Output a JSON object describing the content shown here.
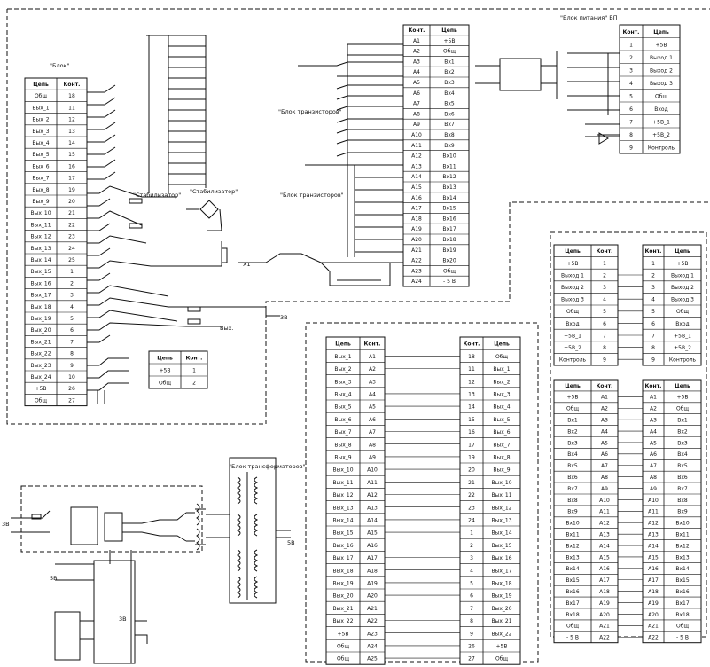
{
  "labels": {
    "block_top_left": "\"Блок\"",
    "power_block_top": "\"Блок питания\" БП",
    "stabilizer_left": "\"Стабилизатор\"",
    "stabilizer_right": "\"Стабилизатор\"",
    "transformer_block": "\"Блок трансформаторов\"",
    "signal_top": "\"Блок транзисторов\"",
    "signal_bottom": "\"Блок транзисторов\"",
    "x_label_1": "3B",
    "x_label_2": "5B",
    "x_label_3": "3B",
    "x_label_4": "5B",
    "x_label_5": "3B",
    "output_label": "Вых.",
    "conn_label": "X1"
  },
  "tables": {
    "left_main": {
      "headers": [
        "Цепь",
        "Конт."
      ],
      "rows": [
        [
          "Общ",
          "18"
        ],
        [
          "Вых_1",
          "11"
        ],
        [
          "Вых_2",
          "12"
        ],
        [
          "Вых_3",
          "13"
        ],
        [
          "Вых_4",
          "14"
        ],
        [
          "Вых_5",
          "15"
        ],
        [
          "Вых_6",
          "16"
        ],
        [
          "Вых_7",
          "17"
        ],
        [
          "Вых_8",
          "19"
        ],
        [
          "Вых_9",
          "20"
        ],
        [
          "Вых_10",
          "21"
        ],
        [
          "Вых_11",
          "22"
        ],
        [
          "Вых_12",
          "23"
        ],
        [
          "Вых_13",
          "24"
        ],
        [
          "Вых_14",
          "25"
        ],
        [
          "Вых_15",
          "1"
        ],
        [
          "Вых_16",
          "2"
        ],
        [
          "Вых_17",
          "3"
        ],
        [
          "Вых_18",
          "4"
        ],
        [
          "Вых_19",
          "5"
        ],
        [
          "Вых_20",
          "6"
        ],
        [
          "Вых_21",
          "7"
        ],
        [
          "Вых_22",
          "8"
        ],
        [
          "Вых_23",
          "9"
        ],
        [
          "Вых_24",
          "10"
        ],
        [
          "+5В",
          "26"
        ],
        [
          "Общ",
          "27"
        ]
      ]
    },
    "small_mid_left": {
      "headers": [
        "Цепь",
        "Конт."
      ],
      "rows": [
        [
          "+5В",
          "1"
        ],
        [
          "Общ",
          "2"
        ]
      ]
    },
    "center_top": {
      "headers": [
        "Конт.",
        "Цепь"
      ],
      "rows": [
        [
          "А1",
          "+5В"
        ],
        [
          "А2",
          "Общ"
        ],
        [
          "А3",
          "Вх1"
        ],
        [
          "А4",
          "Вх2"
        ],
        [
          "А5",
          "Вх3"
        ],
        [
          "А6",
          "Вх4"
        ],
        [
          "А7",
          "Вх5"
        ],
        [
          "А8",
          "Вх6"
        ],
        [
          "А9",
          "Вх7"
        ],
        [
          "А10",
          "Вх8"
        ],
        [
          "А11",
          "Вх9"
        ],
        [
          "А12",
          "Вх10"
        ],
        [
          "А13",
          "Вх11"
        ],
        [
          "А14",
          "Вх12"
        ],
        [
          "А15",
          "Вх13"
        ],
        [
          "А16",
          "Вх14"
        ],
        [
          "А17",
          "Вх15"
        ],
        [
          "А18",
          "Вх16"
        ],
        [
          "А19",
          "Вх17"
        ],
        [
          "А20",
          "Вх18"
        ],
        [
          "А21",
          "Вх19"
        ],
        [
          "А22",
          "Вх20"
        ],
        [
          "А23",
          "Общ"
        ],
        [
          "А24",
          "- 5 В"
        ]
      ]
    },
    "top_right": {
      "headers": [
        "Конт.",
        "Цепь"
      ],
      "rows": [
        [
          "1",
          "+5В"
        ],
        [
          "2",
          "Выход 1"
        ],
        [
          "3",
          "Выход 2"
        ],
        [
          "4",
          "Выход 3"
        ],
        [
          "5",
          "Общ"
        ],
        [
          "6",
          "Вход"
        ],
        [
          "7",
          "+5В_1"
        ],
        [
          "8",
          "+5В_2"
        ],
        [
          "9",
          "Контроль"
        ]
      ]
    },
    "bottom_center_left": {
      "headers": [
        "Цепь",
        "Конт."
      ],
      "rows": [
        [
          "Вых_1",
          "А1"
        ],
        [
          "Вых_2",
          "А2"
        ],
        [
          "Вых_3",
          "А3"
        ],
        [
          "Вых_4",
          "А4"
        ],
        [
          "Вых_5",
          "А5"
        ],
        [
          "Вых_6",
          "А6"
        ],
        [
          "Вых_7",
          "А7"
        ],
        [
          "Вых_8",
          "А8"
        ],
        [
          "Вых_9",
          "А9"
        ],
        [
          "Вых_10",
          "А10"
        ],
        [
          "Вых_11",
          "А11"
        ],
        [
          "Вых_12",
          "А12"
        ],
        [
          "Вых_13",
          "А13"
        ],
        [
          "Вых_14",
          "А14"
        ],
        [
          "Вых_15",
          "А15"
        ],
        [
          "Вых_16",
          "А16"
        ],
        [
          "Вых_17",
          "А17"
        ],
        [
          "Вых_18",
          "А18"
        ],
        [
          "Вых_19",
          "А19"
        ],
        [
          "Вых_20",
          "А20"
        ],
        [
          "Вых_21",
          "А21"
        ],
        [
          "Вых_22",
          "А22"
        ],
        [
          "+5В",
          "А23"
        ],
        [
          "Общ",
          "А24"
        ],
        [
          "Общ",
          "А25"
        ]
      ]
    },
    "bottom_center_right": {
      "headers": [
        "Конт.",
        "Цепь"
      ],
      "rows": [
        [
          "18",
          "Общ"
        ],
        [
          "11",
          "Вых_1"
        ],
        [
          "12",
          "Вых_2"
        ],
        [
          "13",
          "Вых_3"
        ],
        [
          "14",
          "Вых_4"
        ],
        [
          "15",
          "Вых_5"
        ],
        [
          "16",
          "Вых_6"
        ],
        [
          "17",
          "Вых_7"
        ],
        [
          "19",
          "Вых_8"
        ],
        [
          "20",
          "Вых_9"
        ],
        [
          "21",
          "Вых_10"
        ],
        [
          "22",
          "Вых_11"
        ],
        [
          "23",
          "Вых_12"
        ],
        [
          "24",
          "Вых_13"
        ],
        [
          "1",
          "Вых_14"
        ],
        [
          "2",
          "Вых_15"
        ],
        [
          "3",
          "Вых_16"
        ],
        [
          "4",
          "Вых_17"
        ],
        [
          "5",
          "Вых_18"
        ],
        [
          "6",
          "Вых_19"
        ],
        [
          "7",
          "Вых_20"
        ],
        [
          "8",
          "Вых_21"
        ],
        [
          "9",
          "Вых_22"
        ],
        [
          "26",
          "+5В"
        ],
        [
          "27",
          "Общ"
        ]
      ]
    },
    "right_mid_left": {
      "headers": [
        "Цепь",
        "Конт."
      ],
      "rows": [
        [
          "+5В",
          "1"
        ],
        [
          "Выход 1",
          "2"
        ],
        [
          "Выход 2",
          "3"
        ],
        [
          "Выход 3",
          "4"
        ],
        [
          "Общ",
          "5"
        ],
        [
          "Вход",
          "6"
        ],
        [
          "+5В_1",
          "7"
        ],
        [
          "+5В_2",
          "8"
        ],
        [
          "Контроль",
          "9"
        ]
      ]
    },
    "right_mid_right": {
      "headers": [
        "Конт.",
        "Цепь"
      ],
      "rows": [
        [
          "1",
          "+5В"
        ],
        [
          "2",
          "Выход 1"
        ],
        [
          "3",
          "Выход 2"
        ],
        [
          "4",
          "Выход 3"
        ],
        [
          "5",
          "Общ"
        ],
        [
          "6",
          "Вход"
        ],
        [
          "7",
          "+5В_1"
        ],
        [
          "8",
          "+5В_2"
        ],
        [
          "9",
          "Контроль"
        ]
      ]
    },
    "right_bottom_left": {
      "headers": [
        "Цепь",
        "Конт."
      ],
      "rows": [
        [
          "+5В",
          "А1"
        ],
        [
          "Общ",
          "А2"
        ],
        [
          "Вх1",
          "А3"
        ],
        [
          "Вх2",
          "А4"
        ],
        [
          "Вх3",
          "А5"
        ],
        [
          "Вх4",
          "А6"
        ],
        [
          "Вх5",
          "А7"
        ],
        [
          "Вх6",
          "А8"
        ],
        [
          "Вх7",
          "А9"
        ],
        [
          "Вх8",
          "А10"
        ],
        [
          "Вх9",
          "А11"
        ],
        [
          "Вх10",
          "А12"
        ],
        [
          "Вх11",
          "А13"
        ],
        [
          "Вх12",
          "А14"
        ],
        [
          "Вх13",
          "А15"
        ],
        [
          "Вх14",
          "А16"
        ],
        [
          "Вх15",
          "А17"
        ],
        [
          "Вх16",
          "А18"
        ],
        [
          "Вх17",
          "А19"
        ],
        [
          "Вх18",
          "А20"
        ],
        [
          "Общ",
          "А21"
        ],
        [
          "- 5 В",
          "А22"
        ]
      ]
    },
    "right_bottom_right": {
      "headers": [
        "Конт.",
        "Цепь"
      ],
      "rows": [
        [
          "А1",
          "+5В"
        ],
        [
          "А2",
          "Общ"
        ],
        [
          "А3",
          "Вх1"
        ],
        [
          "А4",
          "Вх2"
        ],
        [
          "А5",
          "Вх3"
        ],
        [
          "А6",
          "Вх4"
        ],
        [
          "А7",
          "Вх5"
        ],
        [
          "А8",
          "Вх6"
        ],
        [
          "А9",
          "Вх7"
        ],
        [
          "А10",
          "Вх8"
        ],
        [
          "А11",
          "Вх9"
        ],
        [
          "А12",
          "Вх10"
        ],
        [
          "А13",
          "Вх11"
        ],
        [
          "А14",
          "Вх12"
        ],
        [
          "А15",
          "Вх13"
        ],
        [
          "А16",
          "Вх14"
        ],
        [
          "А17",
          "Вх15"
        ],
        [
          "А18",
          "Вх16"
        ],
        [
          "А19",
          "Вх17"
        ],
        [
          "А20",
          "Вх18"
        ],
        [
          "А21",
          "Общ"
        ],
        [
          "А22",
          "- 5 В"
        ]
      ]
    }
  }
}
